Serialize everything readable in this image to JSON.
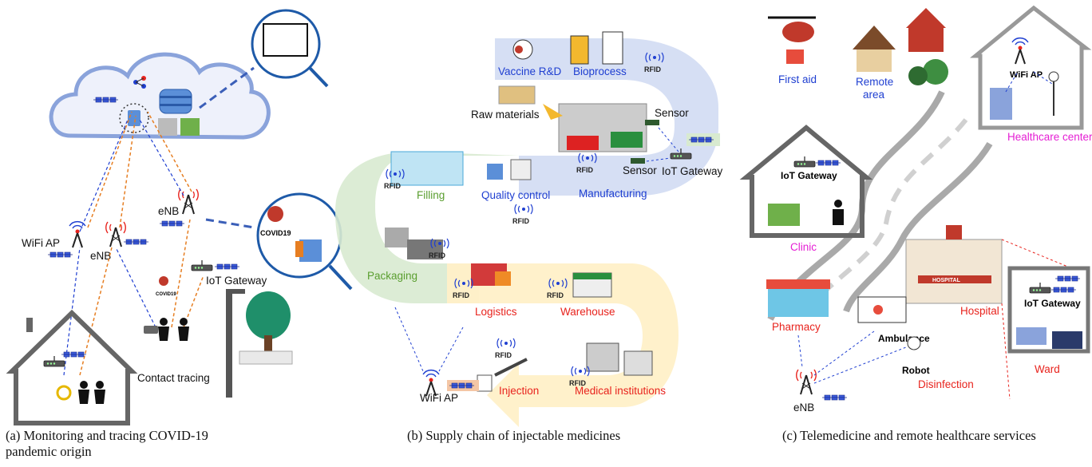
{
  "panel_a": {
    "labels": {
      "wifi_ap": "WiFi AP",
      "enb_left": "eNB",
      "enb_top": "eNB",
      "iot_gateway": "IoT Gateway",
      "covid_small": "COVID19",
      "covid_big": "COVID19",
      "contact_tracing": "Contact tracing"
    },
    "caption": "(a) Monitoring and tracing COVID-19 pandemic origin"
  },
  "panel_b": {
    "labels": {
      "vaccine_rd": "Vaccine R&D",
      "bioprocess": "Bioprocess",
      "raw_materials": "Raw materials",
      "sensor_top": "Sensor",
      "sensor_bottom": "Sensor",
      "iot_gateway": "IoT Gateway",
      "manufacturing": "Manufacturing",
      "quality_control": "Quality control",
      "filling": "Filling",
      "packaging": "Packaging",
      "logistics": "Logistics",
      "warehouse": "Warehouse",
      "wifi_ap": "WiFi AP",
      "injection": "Injection",
      "medical_institutions": "Medical institutions",
      "rfid": "RFID"
    },
    "caption": "(b) Supply chain of injectable medicines"
  },
  "panel_c": {
    "labels": {
      "first_aid": "First aid",
      "remote_area_1": "Remote",
      "remote_area_2": "area",
      "wifi_ap": "WiFi AP",
      "healthcare_center": "Healthcare center",
      "iot_gateway_clinic": "IoT Gateway",
      "clinic": "Clinic",
      "hospital_sign": "HOSPITAL",
      "hospital": "Hospital",
      "pharmacy": "Pharmacy",
      "ambulance": "Ambulance",
      "robot": "Robot",
      "disinfection": "Disinfection",
      "enb": "eNB",
      "iot_gateway_ward": "IoT Gateway",
      "ward": "Ward"
    },
    "caption": "(c) Telemedicine and remote healthcare services"
  }
}
